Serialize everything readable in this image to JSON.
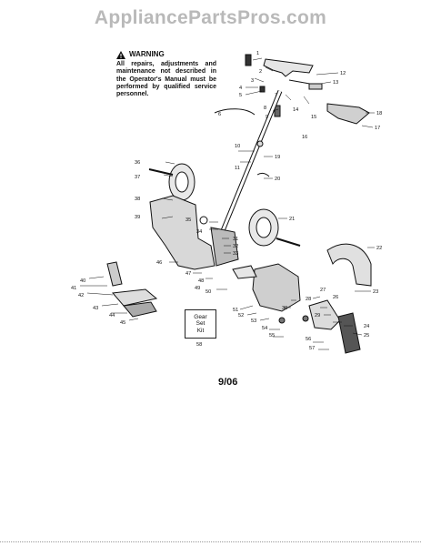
{
  "watermark": "AppliancePartsPros.com",
  "warning": {
    "title": "WARNING",
    "text": "All repairs, adjustments and maintenance not described in the Operator's Manual must be performed by qualified service personnel."
  },
  "kit_box": {
    "line1": "Gear",
    "line2": "Set",
    "line3": "Kit"
  },
  "date_code": "9/06",
  "part_numbers": [
    "1",
    "2",
    "3",
    "4",
    "5",
    "6",
    "7",
    "8",
    "9",
    "10",
    "11",
    "12",
    "13",
    "14",
    "15",
    "16",
    "17",
    "18",
    "19",
    "20",
    "21",
    "22",
    "23",
    "24",
    "25",
    "26",
    "27",
    "28",
    "29",
    "30",
    "31",
    "32",
    "33",
    "34",
    "35",
    "36",
    "37",
    "38",
    "39",
    "40",
    "41",
    "42",
    "43",
    "44",
    "45",
    "46",
    "47",
    "48",
    "49",
    "50",
    "51",
    "52",
    "53",
    "54",
    "55",
    "56",
    "57",
    "58"
  ]
}
